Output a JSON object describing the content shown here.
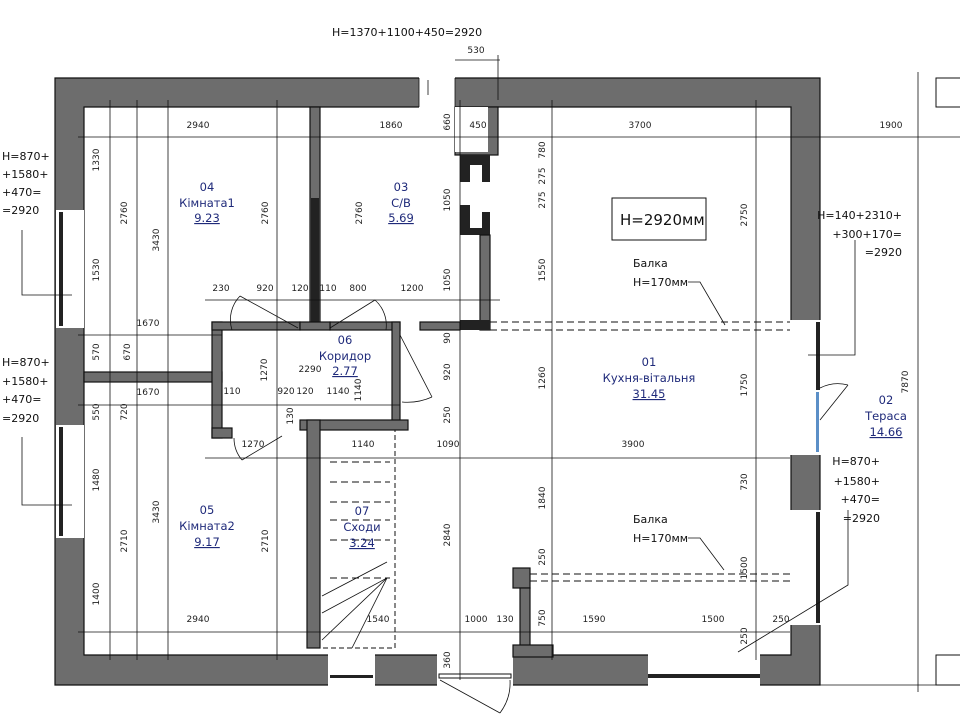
{
  "title_note": "H=1370+1100+450=2920",
  "ceiling_height": "H=2920мм",
  "beams": [
    {
      "name": "Балка",
      "height": "H=170мм"
    },
    {
      "name": "Балка",
      "height": "H=170мм"
    }
  ],
  "window_notes": {
    "left_top": [
      "H=870+",
      "+1580+",
      "+470=",
      "=2920"
    ],
    "left_bottom": [
      "H=870+",
      "+1580+",
      "+470=",
      "=2920"
    ],
    "right_top": [
      "H=140+2310+",
      "+300+170=",
      "=2920"
    ],
    "right_bottom": [
      "H=870+",
      "+1580+",
      "+470=",
      "=2920"
    ]
  },
  "rooms": [
    {
      "number": "01",
      "name": "Кухня-вітальня",
      "area": "31.45"
    },
    {
      "number": "02",
      "name": "Тераса",
      "area": "14.66"
    },
    {
      "number": "03",
      "name": "С/В",
      "area": "5.69"
    },
    {
      "number": "04",
      "name": "Кімната1",
      "area": "9.23"
    },
    {
      "number": "05",
      "name": "Кімната2",
      "area": "9.17"
    },
    {
      "number": "06",
      "name": "Коридор",
      "area": "2.77"
    },
    {
      "number": "07",
      "name": "Сходи",
      "area": "3.24"
    }
  ],
  "dims": [
    "530",
    "2940",
    "1860",
    "660",
    "450",
    "3700",
    "1900",
    "1330",
    "2760",
    "3430",
    "1530",
    "2760",
    "2760",
    "1050",
    "1050",
    "780",
    "275",
    "275",
    "1550",
    "2750",
    "230",
    "920",
    "120",
    "110",
    "800",
    "1200",
    "1670",
    "570",
    "670",
    "2290",
    "1270",
    "90",
    "920",
    "1260",
    "1750",
    "1670",
    "110",
    "920",
    "120",
    "1140",
    "1140",
    "550",
    "720",
    "130",
    "250",
    "1270",
    "1140",
    "1090",
    "3900",
    "730",
    "1480",
    "2710",
    "3430",
    "2710",
    "2840",
    "1840",
    "250",
    "1500",
    "1400",
    "2940",
    "1540",
    "1000",
    "130",
    "750",
    "1590",
    "1500",
    "250",
    "250",
    "360",
    "7870"
  ],
  "colors": {
    "wall": "#6d6d6d",
    "room_text": "#1f2a7a"
  }
}
